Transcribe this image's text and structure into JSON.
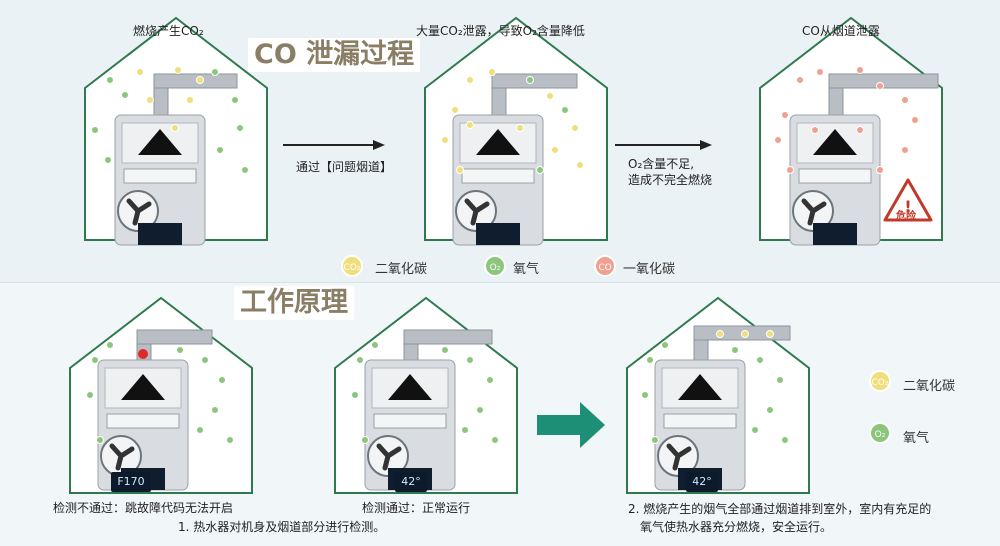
{
  "top": {
    "title": "CO 泄漏过程",
    "scenes": [
      {
        "caption": "燃烧产生CO₂"
      },
      {
        "caption": "大量CO₂泄露，导致O₂含量降低"
      },
      {
        "caption": "CO从烟道泄露"
      }
    ],
    "arrow1_label": "通过【问题烟道】",
    "arrow2_label_1": "O₂含量不足,",
    "arrow2_label_2": "造成不完全燃烧",
    "danger_label": "危险",
    "legend": [
      {
        "icon": "CO₂",
        "label": "二氧化碳",
        "color": "#f0de7a"
      },
      {
        "icon": "O₂",
        "label": "氧气",
        "color": "#8cc67c"
      },
      {
        "icon": "CO",
        "label": "一氧化碳",
        "color": "#f0a08f"
      }
    ]
  },
  "bottom": {
    "title": "工作原理",
    "scene1_caption": "检测不通过：跳故障代码无法开启",
    "scene1_display": "F170",
    "scene2_caption": "检测通过：正常运行",
    "scene2_display": "42°",
    "scene3_display": "42°",
    "note1": "1. 热水器对机身及烟道部分进行检测。",
    "note2_line1": "2. 燃烧产生的烟气全部通过烟道排到室外，室内有充足的",
    "note2_line2": "氧气使热水器充分燃烧，安全运行。",
    "legend": [
      {
        "icon": "CO₂",
        "label": "二氧化碳",
        "color": "#f0de7a"
      },
      {
        "icon": "O₂",
        "label": "氧气",
        "color": "#8cc67c"
      }
    ]
  }
}
